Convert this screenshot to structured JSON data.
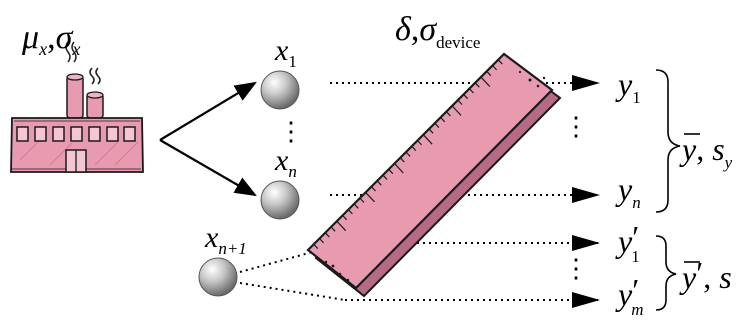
{
  "factory": {
    "label_mu": "μ",
    "label_mu_sub": "x",
    "label_sep": ",",
    "label_sigma": "σ",
    "label_sigma_sub": "x",
    "color_fill": "#e89ab0",
    "color_stroke": "#1a1a1a"
  },
  "ruler": {
    "label_delta": "δ",
    "label_sep": ",",
    "label_sigma": "σ",
    "label_sigma_sub": "device",
    "color_fill": "#e89ab0"
  },
  "samples": {
    "x1_base": "x",
    "x1_sub": "1",
    "xn_base": "x",
    "xn_sub": "n",
    "xn1_base": "x",
    "xn1_sub": "n+1",
    "vdots": "⋮"
  },
  "outputs": {
    "y1_base": "y",
    "y1_sub": "1",
    "yn_base": "y",
    "yn_sub": "n",
    "y1p_base": "y",
    "y1p_prime": "′",
    "y1p_sub": "1",
    "ymp_base": "y",
    "ymp_prime": "′",
    "ymp_sub": "m",
    "vdots": "⋮"
  },
  "stats": {
    "upper_ybar": "y",
    "upper_sep": ", ",
    "upper_s": "s",
    "upper_s_sub": "y",
    "lower_ybar": "y",
    "lower_prime": "′",
    "lower_sep": ", ",
    "lower_s": "s"
  }
}
